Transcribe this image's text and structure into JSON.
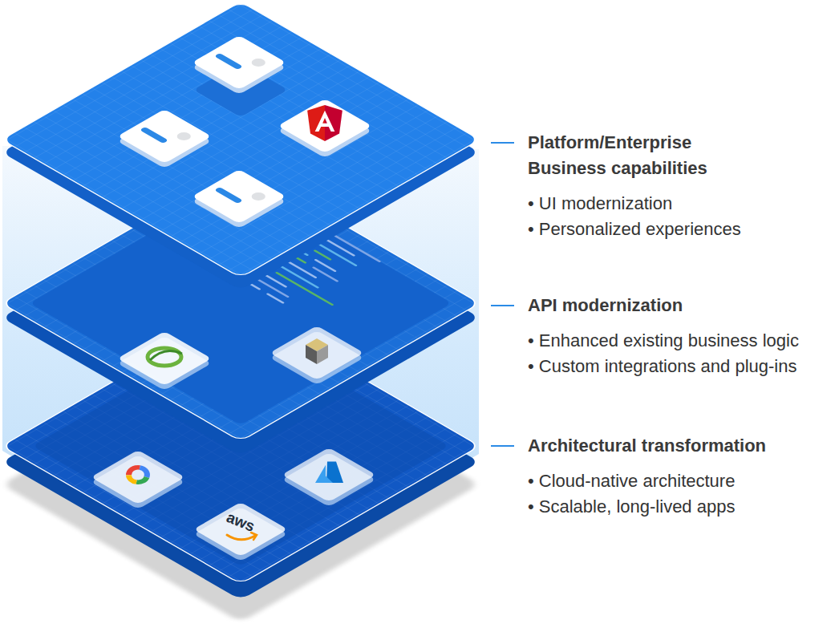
{
  "diagram": {
    "nodes": [
      {
        "text": [
          "Platform/Enterprise Business capabilities",
          "• UI modernization",
          "• Personalized experiences"
        ]
      },
      {
        "text": [
          "API modernization",
          "• Enhanced existing business logic",
          "• Custom integrations and plug-ins"
        ]
      },
      {
        "text": [
          "Architectural transformation",
          "• Cloud-native architecture",
          "• Scalable, long-lived apps"
        ]
      }
    ],
    "labels": [
      "aws"
    ]
  }
}
